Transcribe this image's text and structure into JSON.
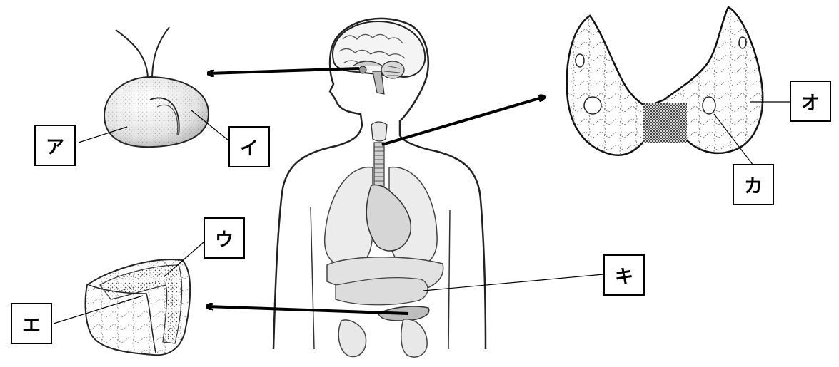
{
  "labels": {
    "a": "ア",
    "i": "イ",
    "u": "ウ",
    "e": "エ",
    "o": "オ",
    "ka": "カ",
    "ki": "キ"
  }
}
